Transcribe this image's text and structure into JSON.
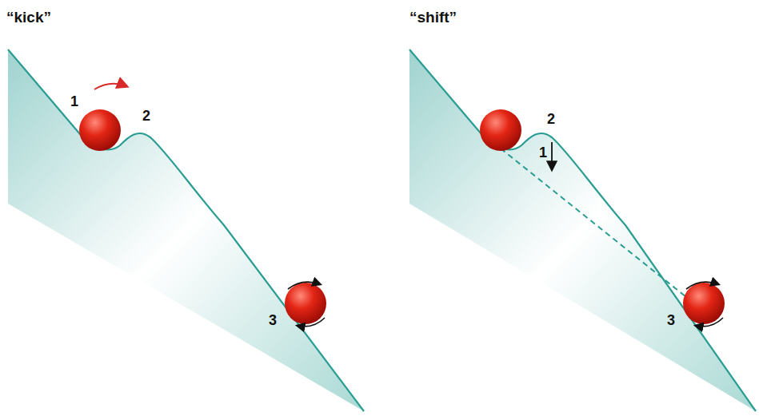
{
  "diagram": {
    "labels": [
      "“kick”",
      "1",
      "2",
      "3",
      "“shift”",
      "1",
      "2",
      "3"
    ]
  }
}
